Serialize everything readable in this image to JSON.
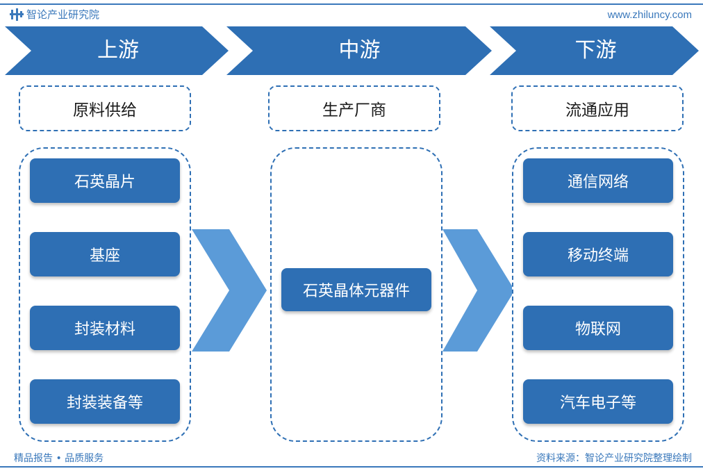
{
  "brand": {
    "name": "智论产业研究院",
    "website": "www.zhiluncy.com",
    "footer_left": "精品报告 • 品质服务",
    "footer_right": "资料来源：智论产业研究院整理绘制",
    "accent_color": "#2e6fb4",
    "arrow_color": "#5b9bd8"
  },
  "stages": [
    {
      "label": "上游",
      "header": "原料供给",
      "items": [
        "石英晶片",
        "基座",
        "封装材料",
        "封装装备等"
      ]
    },
    {
      "label": "中游",
      "header": "生产厂商",
      "items": [
        "石英晶体元器件"
      ]
    },
    {
      "label": "下游",
      "header": "流通应用",
      "items": [
        "通信网络",
        "移动终端",
        "物联网",
        "汽车电子等"
      ]
    }
  ]
}
